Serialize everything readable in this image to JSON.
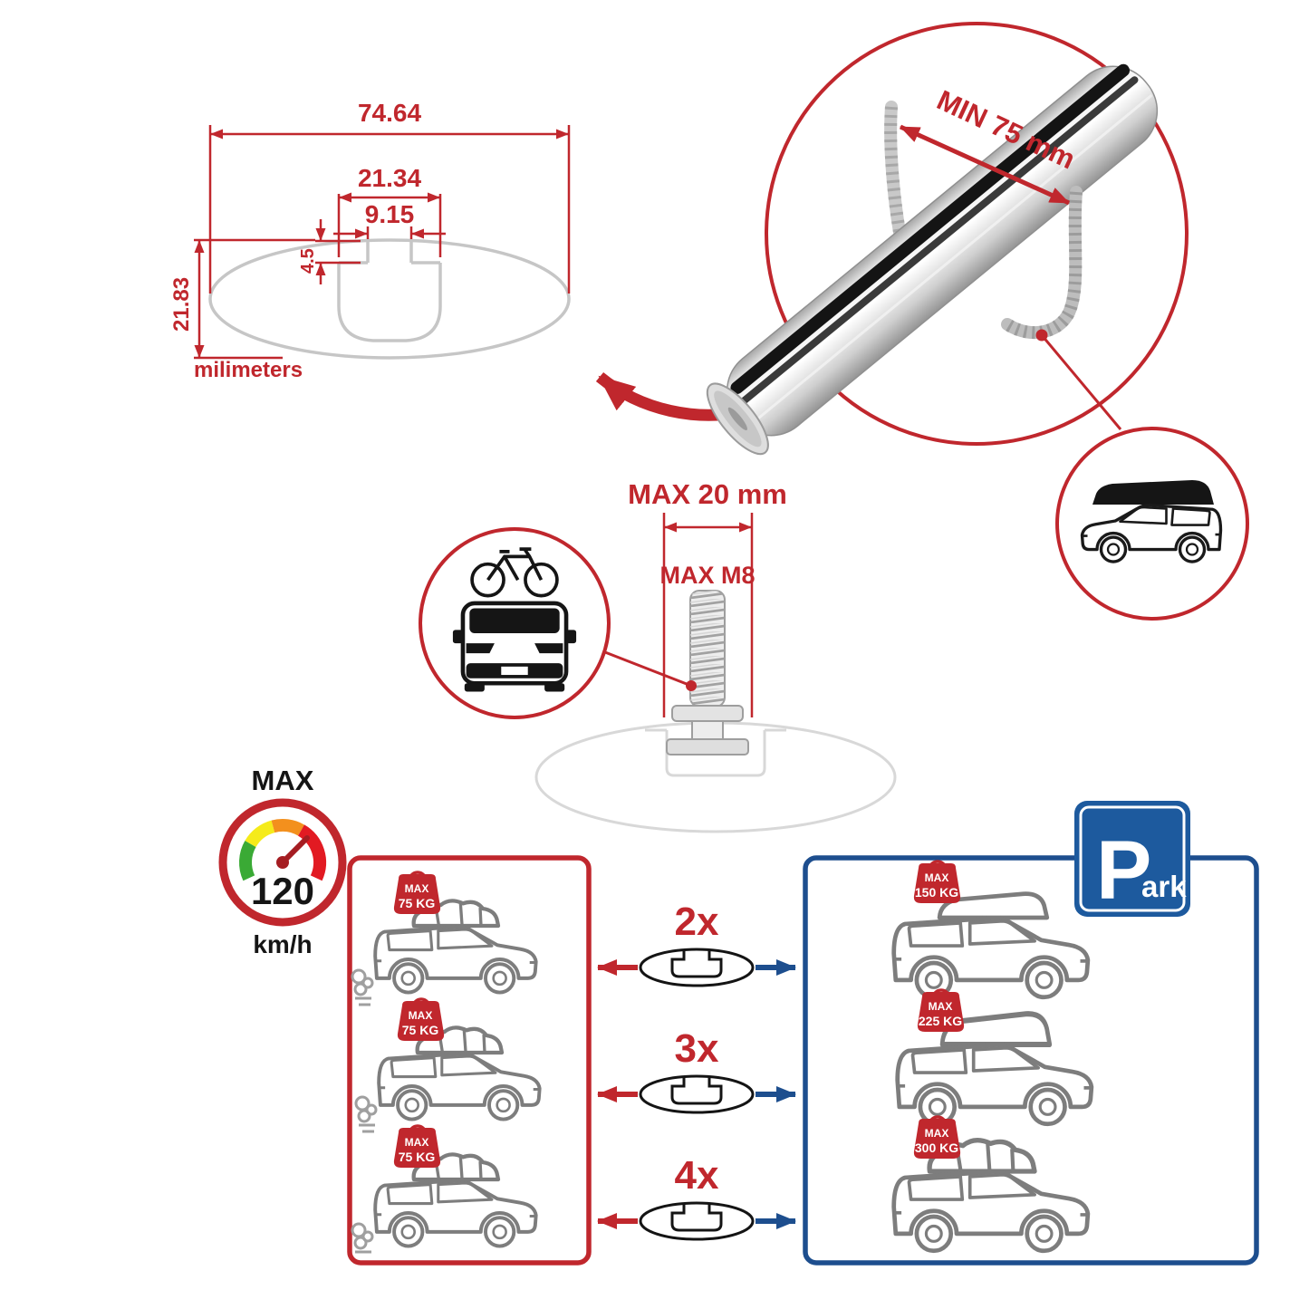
{
  "colors": {
    "accent_red": "#c0272d",
    "panel_blue": "#1d4e8e",
    "parking_blue": "#1d5a9e",
    "bar_silver": "#d9d9d9",
    "car_outline_gray": "#7d7d7d",
    "ink_black": "#151515"
  },
  "profile_dims": {
    "total_width": "74.64",
    "slot_outer_width": "21.34",
    "slot_inner_width": "9.15",
    "slot_depth": "4.5",
    "total_height": "21.83",
    "units": "milimeters"
  },
  "bar_detail": {
    "min_spacing": "MIN 75 mm"
  },
  "bolt_detail": {
    "max_length": "MAX 20 mm",
    "max_thread": "MAX M8"
  },
  "speed": {
    "label": "MAX",
    "value": "120",
    "unit": "km/h"
  },
  "red_panel": {
    "cars": [
      {
        "tag_line1": "MAX",
        "tag_line2": "75 KG"
      },
      {
        "tag_line1": "MAX",
        "tag_line2": "75 KG"
      },
      {
        "tag_line1": "MAX",
        "tag_line2": "75 KG"
      }
    ]
  },
  "blue_panel": {
    "cars": [
      {
        "tag_line1": "MAX",
        "tag_line2": "150 KG"
      },
      {
        "tag_line1": "MAX",
        "tag_line2": "225 KG"
      },
      {
        "tag_line1": "MAX",
        "tag_line2": "300 KG"
      }
    ]
  },
  "multipliers": [
    {
      "label": "2x"
    },
    {
      "label": "3x"
    },
    {
      "label": "4x"
    }
  ],
  "parking_sign": {
    "letter": "P",
    "suffix": "ark"
  }
}
